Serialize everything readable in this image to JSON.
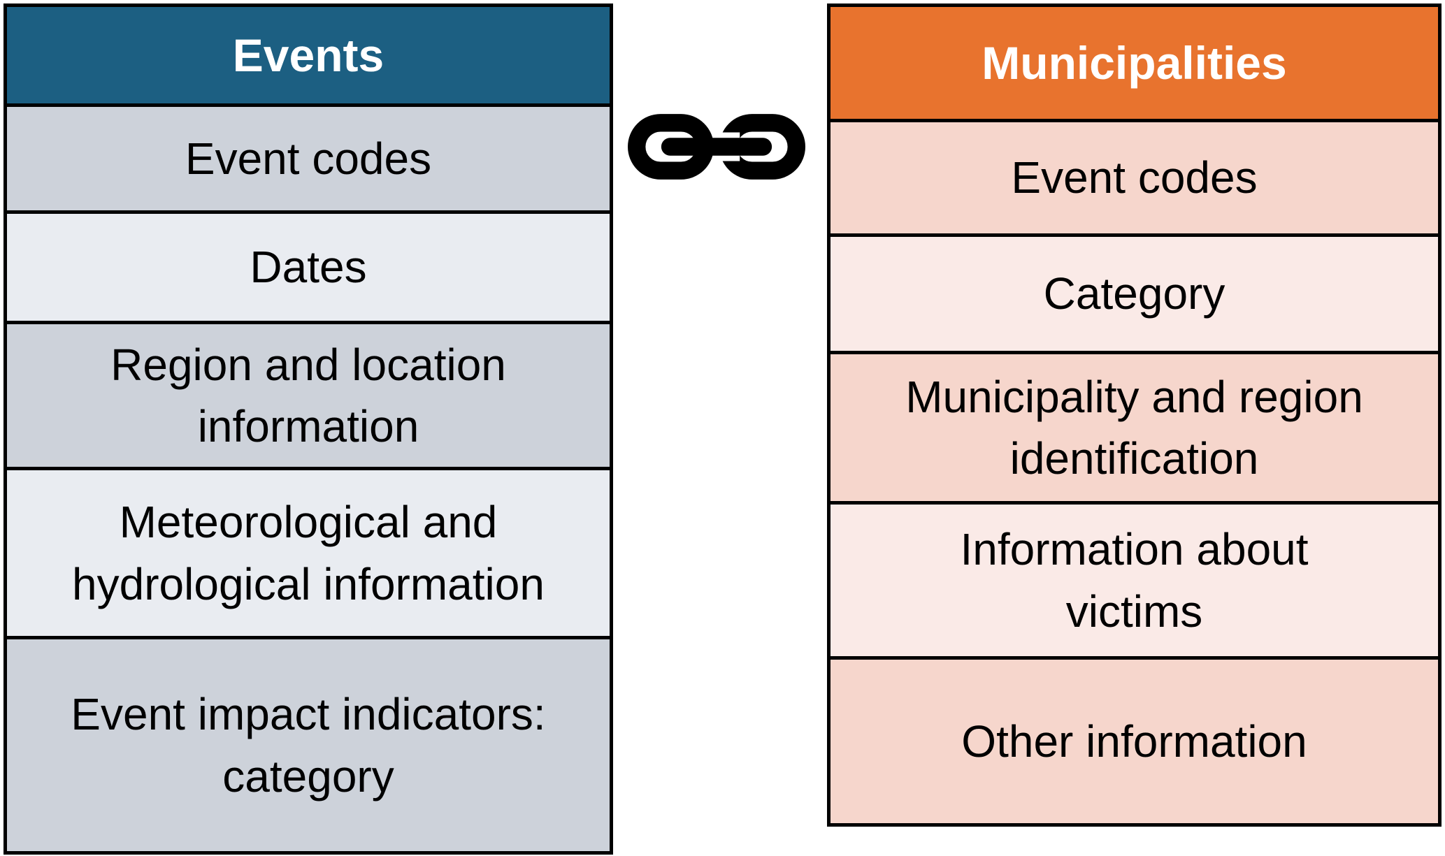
{
  "diagram": {
    "description": "Two linked data tables diagram",
    "border_color": "#000000",
    "background_color": "#ffffff",
    "link_icon": "chain-link-icon",
    "link_icon_color": "#000000",
    "events_table": {
      "title": "Events",
      "header_color": "#1c5f82",
      "header_text_color": "#ffffff",
      "row_color_odd": "#cdd2da",
      "row_color_even": "#e9ecf1",
      "rows": [
        "Event codes",
        "Dates",
        "Region and location\ninformation",
        "Meteorological and\nhydrological information",
        "Event impact indicators:\ncategory"
      ]
    },
    "municipalities_table": {
      "title": "Municipalities",
      "header_color": "#e8732e",
      "header_text_color": "#ffffff",
      "row_color_odd": "#f6d6cc",
      "row_color_even": "#faeae7",
      "rows": [
        "Event codes",
        "Category",
        "Municipality and region\nidentification",
        "Information about\nvictims",
        "Other information"
      ]
    }
  }
}
